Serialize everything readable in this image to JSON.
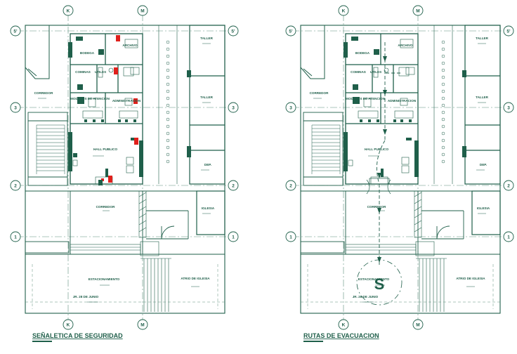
{
  "colors": {
    "line": "#1f5f4a",
    "light": "#5f8f7c",
    "fill": "#1f5f4a",
    "sign": "#e0201c",
    "bg": "#ffffff"
  },
  "grid": {
    "cols": [
      "K",
      "M"
    ],
    "rows": [
      "5'",
      "3",
      "2",
      "1"
    ]
  },
  "plans": [
    {
      "id": "senaletica",
      "title": "SEÑALETICA DE SEGURIDAD",
      "rooms": {
        "bodega": "BODEGA",
        "cominas": "COMINAS",
        "utiles": "UTILES",
        "modulos": "MODULOS DE ATENCION",
        "administracion": "ADMINISTRACION",
        "hall": "HALL PUBLICO",
        "corredor_left": "CORREDOR",
        "corredor": "CORREDOR",
        "taller1": "TALLER",
        "taller2": "TALLER",
        "dep": "DEP.",
        "iglesia": "IGLESIA",
        "estacionamiento": "ESTACIONAMIENTO",
        "atrio": "ATRIO DE IGLESIA",
        "street": "JR. 28 DE JUNIO",
        "archivo": "ARCHIVO"
      }
    },
    {
      "id": "rutas",
      "title": "RUTAS DE EVACUACION",
      "rooms": {
        "bodega": "BODEGA",
        "cominas": "COMINAS",
        "utiles": "UTILES",
        "modulos": "MODULOS DE ATENCION",
        "administracion": "ADMINISTRACION",
        "hall": "HALL PUBLICO",
        "corredor_left": "CORREDOR",
        "corredor": "CORREDOR",
        "taller1": "TALLER",
        "taller2": "TALLER",
        "dep": "DEP.",
        "iglesia": "IGLESIA",
        "estacionamiento": "ESTACIONAMIENTO",
        "atrio": "ATRIO DE IGLESIA",
        "street": "JR. 28 DE JUNIO",
        "archivo": "ARCHIVO"
      },
      "assembly_symbol": "S"
    }
  ]
}
